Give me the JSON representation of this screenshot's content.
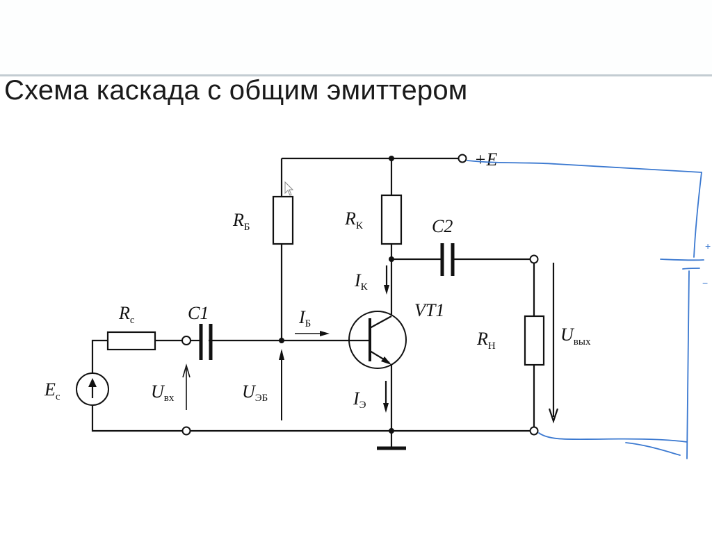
{
  "title": "Схема каскада с общим эмиттером",
  "labels": {
    "supply": "+E",
    "rb": {
      "main": "R",
      "sub": "Б"
    },
    "rk": {
      "main": "R",
      "sub": "К"
    },
    "c2": "C2",
    "c1": "C1",
    "rc": {
      "main": "R",
      "sub": "с"
    },
    "ec": {
      "main": "E",
      "sub": "с"
    },
    "ik": {
      "main": "I",
      "sub": "К"
    },
    "ib": {
      "main": "I",
      "sub": "Б"
    },
    "ie": {
      "main": "I",
      "sub": "Э"
    },
    "vt1": "VT1",
    "rn": {
      "main": "R",
      "sub": "Н"
    },
    "uin": {
      "main": "U",
      "sub": "вх"
    },
    "ueb": {
      "main": "U",
      "sub": "ЭБ"
    },
    "uout": {
      "main": "U",
      "sub": "вых"
    },
    "battery_plus": "+",
    "battery_minus": "−"
  },
  "colors": {
    "wire": "#111111",
    "annotation_ink": "#3a78d0",
    "header_rule": "#c3ccd2"
  }
}
